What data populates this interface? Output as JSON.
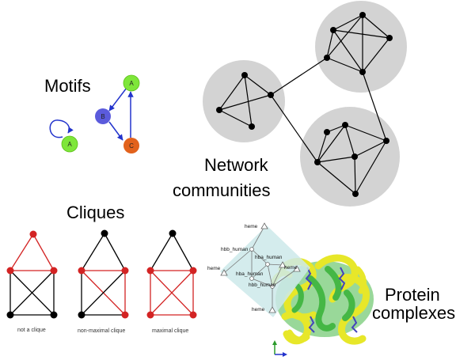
{
  "sections": {
    "motifs": "Motifs",
    "network": [
      "Network",
      "communities"
    ],
    "cliques": "Cliques",
    "protein": [
      "Protein",
      "complexes"
    ]
  },
  "motif_nodes": {
    "self_loop": "A",
    "a": "A",
    "b": "B",
    "c": "C"
  },
  "clique_captions": [
    "not a clique",
    "non-maximal clique",
    "maximal clique"
  ],
  "protein_labels": {
    "heme": "heme",
    "hbb": "hbb_human",
    "hba": "hba_human"
  },
  "colors": {
    "node_green": "#7ee63a",
    "node_blue": "#5b5bdc",
    "node_orange": "#e2621c",
    "community_fill": "#d3d3d3",
    "clique_red": "#d32323",
    "protein_yellow": "#e6e61e",
    "protein_green": "#3cb43c",
    "diamond_fill": "#cde9ea"
  }
}
